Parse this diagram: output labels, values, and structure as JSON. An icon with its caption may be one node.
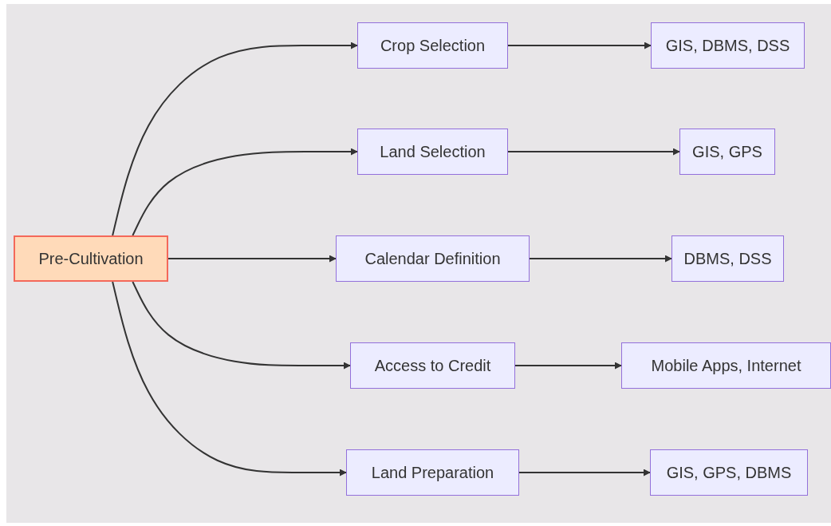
{
  "diagram": {
    "nodes": [
      {
        "text": [
          "Pre-Cultivation"
        ]
      },
      {
        "text": [
          "Crop Selection"
        ]
      },
      {
        "text": [
          "GIS, DBMS, DSS"
        ]
      },
      {
        "text": [
          "Land Selection"
        ]
      },
      {
        "text": [
          "GIS, GPS"
        ]
      },
      {
        "text": [
          "Calendar Definition"
        ]
      },
      {
        "text": [
          "DBMS, DSS"
        ]
      },
      {
        "text": [
          "Access to Credit"
        ]
      },
      {
        "text": [
          "Mobile Apps, Internet"
        ]
      },
      {
        "text": [
          "Land Preparation"
        ]
      },
      {
        "text": [
          "GIS, GPS, DBMS"
        ]
      }
    ],
    "edges": [
      {
        "from": 0,
        "to": 1,
        "arrow": "to"
      },
      {
        "from": 0,
        "to": 3,
        "arrow": "to"
      },
      {
        "from": 0,
        "to": 5,
        "arrow": "to"
      },
      {
        "from": 0,
        "to": 7,
        "arrow": "to"
      },
      {
        "from": 0,
        "to": 9,
        "arrow": "to"
      },
      {
        "from": 1,
        "to": 2,
        "arrow": "to"
      },
      {
        "from": 3,
        "to": 4,
        "arrow": "to"
      },
      {
        "from": 5,
        "to": 6,
        "arrow": "to"
      },
      {
        "from": 7,
        "to": 8,
        "arrow": "to"
      },
      {
        "from": 9,
        "to": 10,
        "arrow": "to"
      }
    ]
  }
}
